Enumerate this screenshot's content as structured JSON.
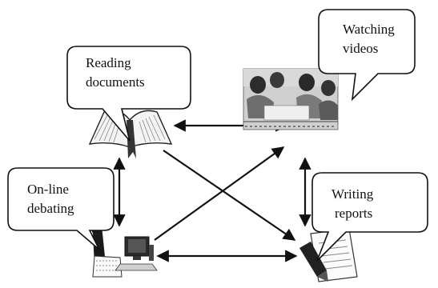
{
  "activities": {
    "reading": {
      "line1": "Reading",
      "line2": "documents",
      "icon": "open-book-icon"
    },
    "watching": {
      "line1": "Watching",
      "line2": "videos",
      "icon": "classroom-photo"
    },
    "debating": {
      "line1": "On-line",
      "line2": "debating",
      "icon": "computer-user-icon"
    },
    "writing": {
      "line1": "Writing",
      "line2": "reports",
      "icon": "pen-paper-icon"
    }
  },
  "colors": {
    "line": "#111111",
    "bubble_fill": "#ffffff",
    "background": "#ffffff"
  }
}
